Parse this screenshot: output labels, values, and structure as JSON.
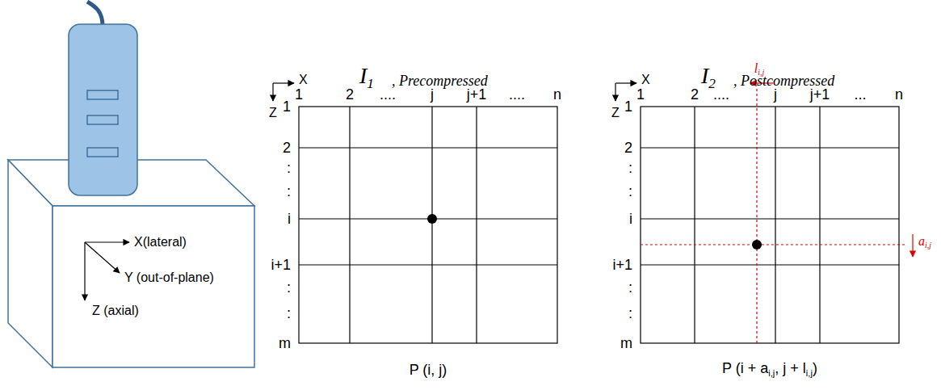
{
  "diagram": {
    "labels": [
      "X(lateral)",
      "Y (out-of-plane)",
      "Z (axial)",
      "X",
      "Z",
      "I",
      "1",
      ", Precompressed",
      "1",
      "2",
      "....",
      "j",
      "j+1",
      "....",
      "n",
      "1",
      "2",
      ":",
      ":",
      "i",
      "i+1",
      ":",
      ":",
      "m",
      "P (i, j)",
      "X",
      "Z",
      "I",
      "2",
      ", Postcompressed",
      "1",
      "2",
      "....",
      "j",
      "j+1",
      "...",
      "n",
      "1",
      "2",
      ":",
      ":",
      "i",
      "i+1",
      ":",
      ":",
      "m",
      "l",
      "i,j",
      "a",
      "i,j",
      "P (i + a",
      "i,j",
      ", j + l",
      "i,j",
      ")"
    ]
  }
}
